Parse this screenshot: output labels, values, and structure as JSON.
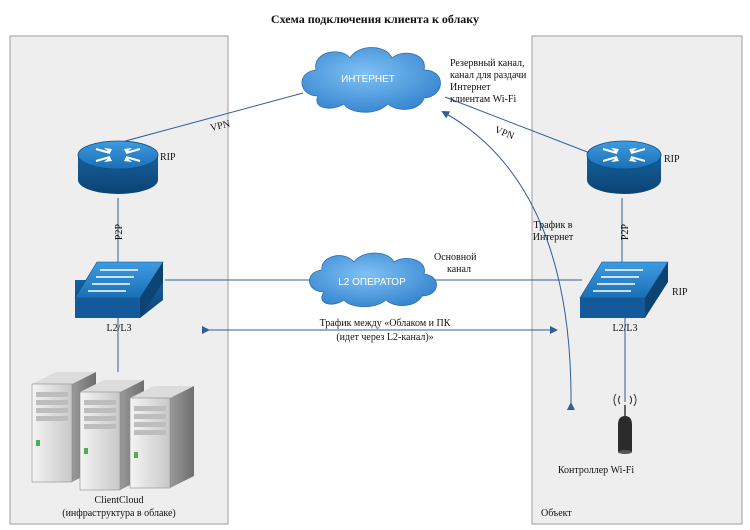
{
  "title": "Схема подключения клиента к облаку",
  "clouds": {
    "internet": "ИНТЕРНЕТ",
    "l2": "L2 ОПЕРАТОР"
  },
  "labels": {
    "backup_channel": [
      "Резервный канал,",
      "канал для раздачи",
      "Интернет",
      "клиентам Wi-Fi"
    ],
    "vpn_left": "VPN",
    "vpn_right": "VPN",
    "rip_left": "RIP",
    "rip_right_router": "RIP",
    "rip_right_switch": "RIP",
    "p2p_left": "P2P",
    "p2p_right": "P2P",
    "l2l3_left": "L2/L3",
    "l2l3_right": "L2/L3",
    "main_channel": [
      "Основной",
      "канал"
    ],
    "internet_traffic": [
      "Трафик в",
      "Интернет"
    ],
    "cloud_pc_traffic": [
      "Трафик между «Облаком и ПК",
      "(идет через L2-канал)»"
    ],
    "clientcloud": [
      "ClientCloud",
      "(инфраструктура в облаке)"
    ],
    "wifi_controller": "Контроллер Wi-Fi",
    "object": "Объект"
  },
  "colors": {
    "panel_bg": "#eeeeee",
    "panel_border": "#9e9e9e",
    "device_blue": "#1a73b8",
    "device_dark": "#0d4f85",
    "link_line": "#2f5e99",
    "cloud_blue": "#3d8fdc"
  }
}
